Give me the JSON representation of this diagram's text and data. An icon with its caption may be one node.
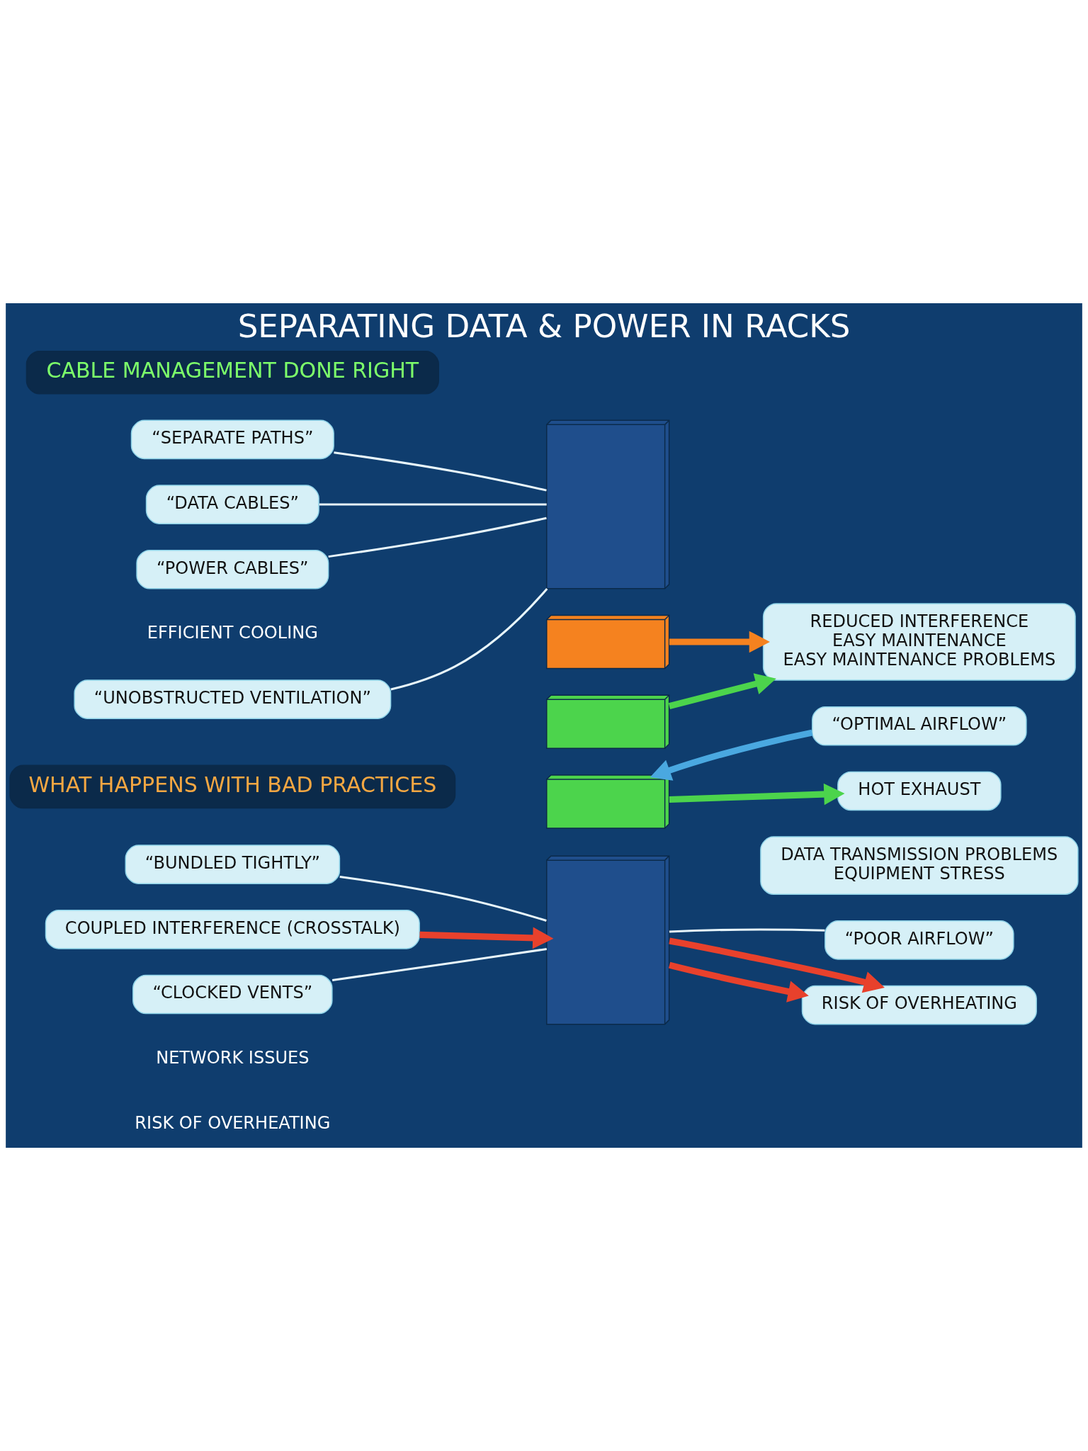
{
  "diagram": {
    "title": "SEPARATING DATA & POWER IN RACKS",
    "nodes": [
      {
        "text": [
          "CABLE MANAGEMENT DONE RIGHT"
        ]
      },
      {
        "text": [
          "“SEPARATE PATHS”"
        ]
      },
      {
        "text": [
          "“DATA CABLES”"
        ]
      },
      {
        "text": [
          "“POWER CABLES”"
        ]
      },
      {
        "text": [
          "“UNOBSTRUCTED VENTILATION”"
        ]
      },
      {
        "text": [],
        "shape": "picture"
      },
      {
        "text": [],
        "shape": "picture"
      },
      {
        "text": [],
        "shape": "picture"
      },
      {
        "text": [
          "REDUCED INTERFERENCE",
          "EASY MAINTENANCE",
          "EASY MAINTENANCE PROBLEMS"
        ]
      },
      {
        "text": [],
        "shape": "picture"
      },
      {
        "text": [
          "“OPTIMAL AIRFLOW”"
        ]
      },
      {
        "text": [
          "HOT EXHAUST"
        ]
      },
      {
        "text": [
          "WHAT HAPPENS WITH BAD PRACTICES"
        ]
      },
      {
        "text": [
          "“BUNDLED TIGHTLY”"
        ]
      },
      {
        "text": [
          "COUPLED INTERFERENCE (CROSSTALK)"
        ]
      },
      {
        "text": [
          "“CLOCKED VENTS”"
        ]
      },
      {
        "text": [],
        "shape": "picture"
      },
      {
        "text": [
          "DATA TRANSMISSION PROBLEMS",
          "EQUIPMENT STRESS"
        ]
      },
      {
        "text": [
          "“POOR AIRFLOW”"
        ]
      },
      {
        "text": [
          "RISK OF OVERHEATING"
        ]
      }
    ],
    "edges": [
      {
        "from": 1,
        "to": 5,
        "arrow": "none"
      },
      {
        "from": 2,
        "to": 5,
        "arrow": "none"
      },
      {
        "from": 3,
        "to": 5,
        "arrow": "none"
      },
      {
        "from": 4,
        "to": 5,
        "arrow": "none"
      },
      {
        "from": 6,
        "to": 8,
        "arrow": "to",
        "style": "thick",
        "color": "#f5821f"
      },
      {
        "from": 7,
        "to": 8,
        "arrow": "to",
        "style": "thick",
        "color": "#4cd44c"
      },
      {
        "from": 10,
        "to": 9,
        "arrow": "to",
        "style": "thick",
        "color": "#4aa8e0"
      },
      {
        "from": 9,
        "to": 11,
        "arrow": "to",
        "style": "thick",
        "color": "#4cd44c"
      },
      {
        "from": 13,
        "to": 16,
        "arrow": "none"
      },
      {
        "from": 14,
        "to": 16,
        "arrow": "to",
        "style": "thick",
        "color": "#e8412c"
      },
      {
        "from": 15,
        "to": 16,
        "arrow": "none"
      },
      {
        "from": 18,
        "to": 16,
        "arrow": "none"
      },
      {
        "from": 16,
        "to": 19,
        "arrow": "to",
        "style": "thick",
        "color": "#e8412c"
      },
      {
        "from": 16,
        "to": 19,
        "arrow": "to",
        "style": "thick",
        "color": "#e8412c"
      }
    ],
    "labels": [
      "EFFICIENT COOLING",
      "NETWORK ISSUES",
      "RISK OF OVERHEATING"
    ]
  }
}
